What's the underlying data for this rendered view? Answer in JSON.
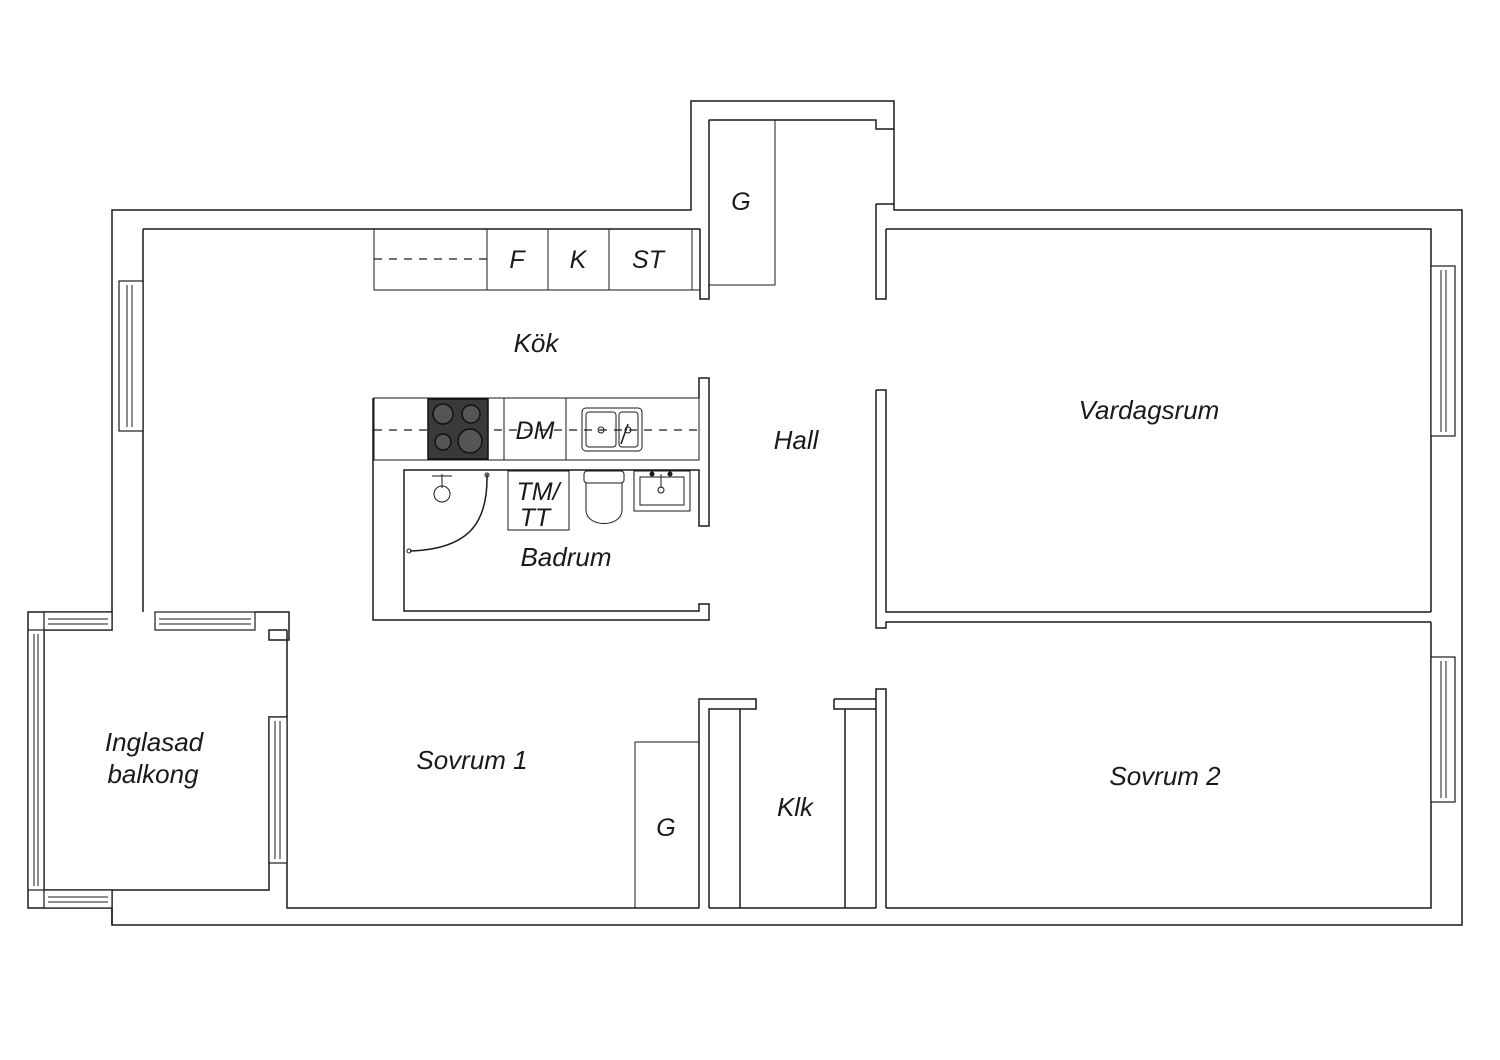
{
  "rooms": {
    "kitchen": "Kök",
    "hall": "Hall",
    "living_room": "Vardagsrum",
    "bathroom": "Badrum",
    "bedroom_1": "Sovrum 1",
    "bedroom_2": "Sovrum 2",
    "balcony_line1": "Inglasad",
    "balcony_line2": "balkong",
    "walk_in_closet": "Klk"
  },
  "fixtures": {
    "wardrobe_top": "G",
    "wardrobe_bedroom": "G",
    "fridge": "F",
    "freezer": "K",
    "cabinet": "ST",
    "dishwasher": "DM",
    "washer_dryer_line1": "TM/",
    "washer_dryer_line2": "TT"
  },
  "colors": {
    "line": "#1a1a1a",
    "background": "#ffffff",
    "stove": "#3a3a3a"
  }
}
